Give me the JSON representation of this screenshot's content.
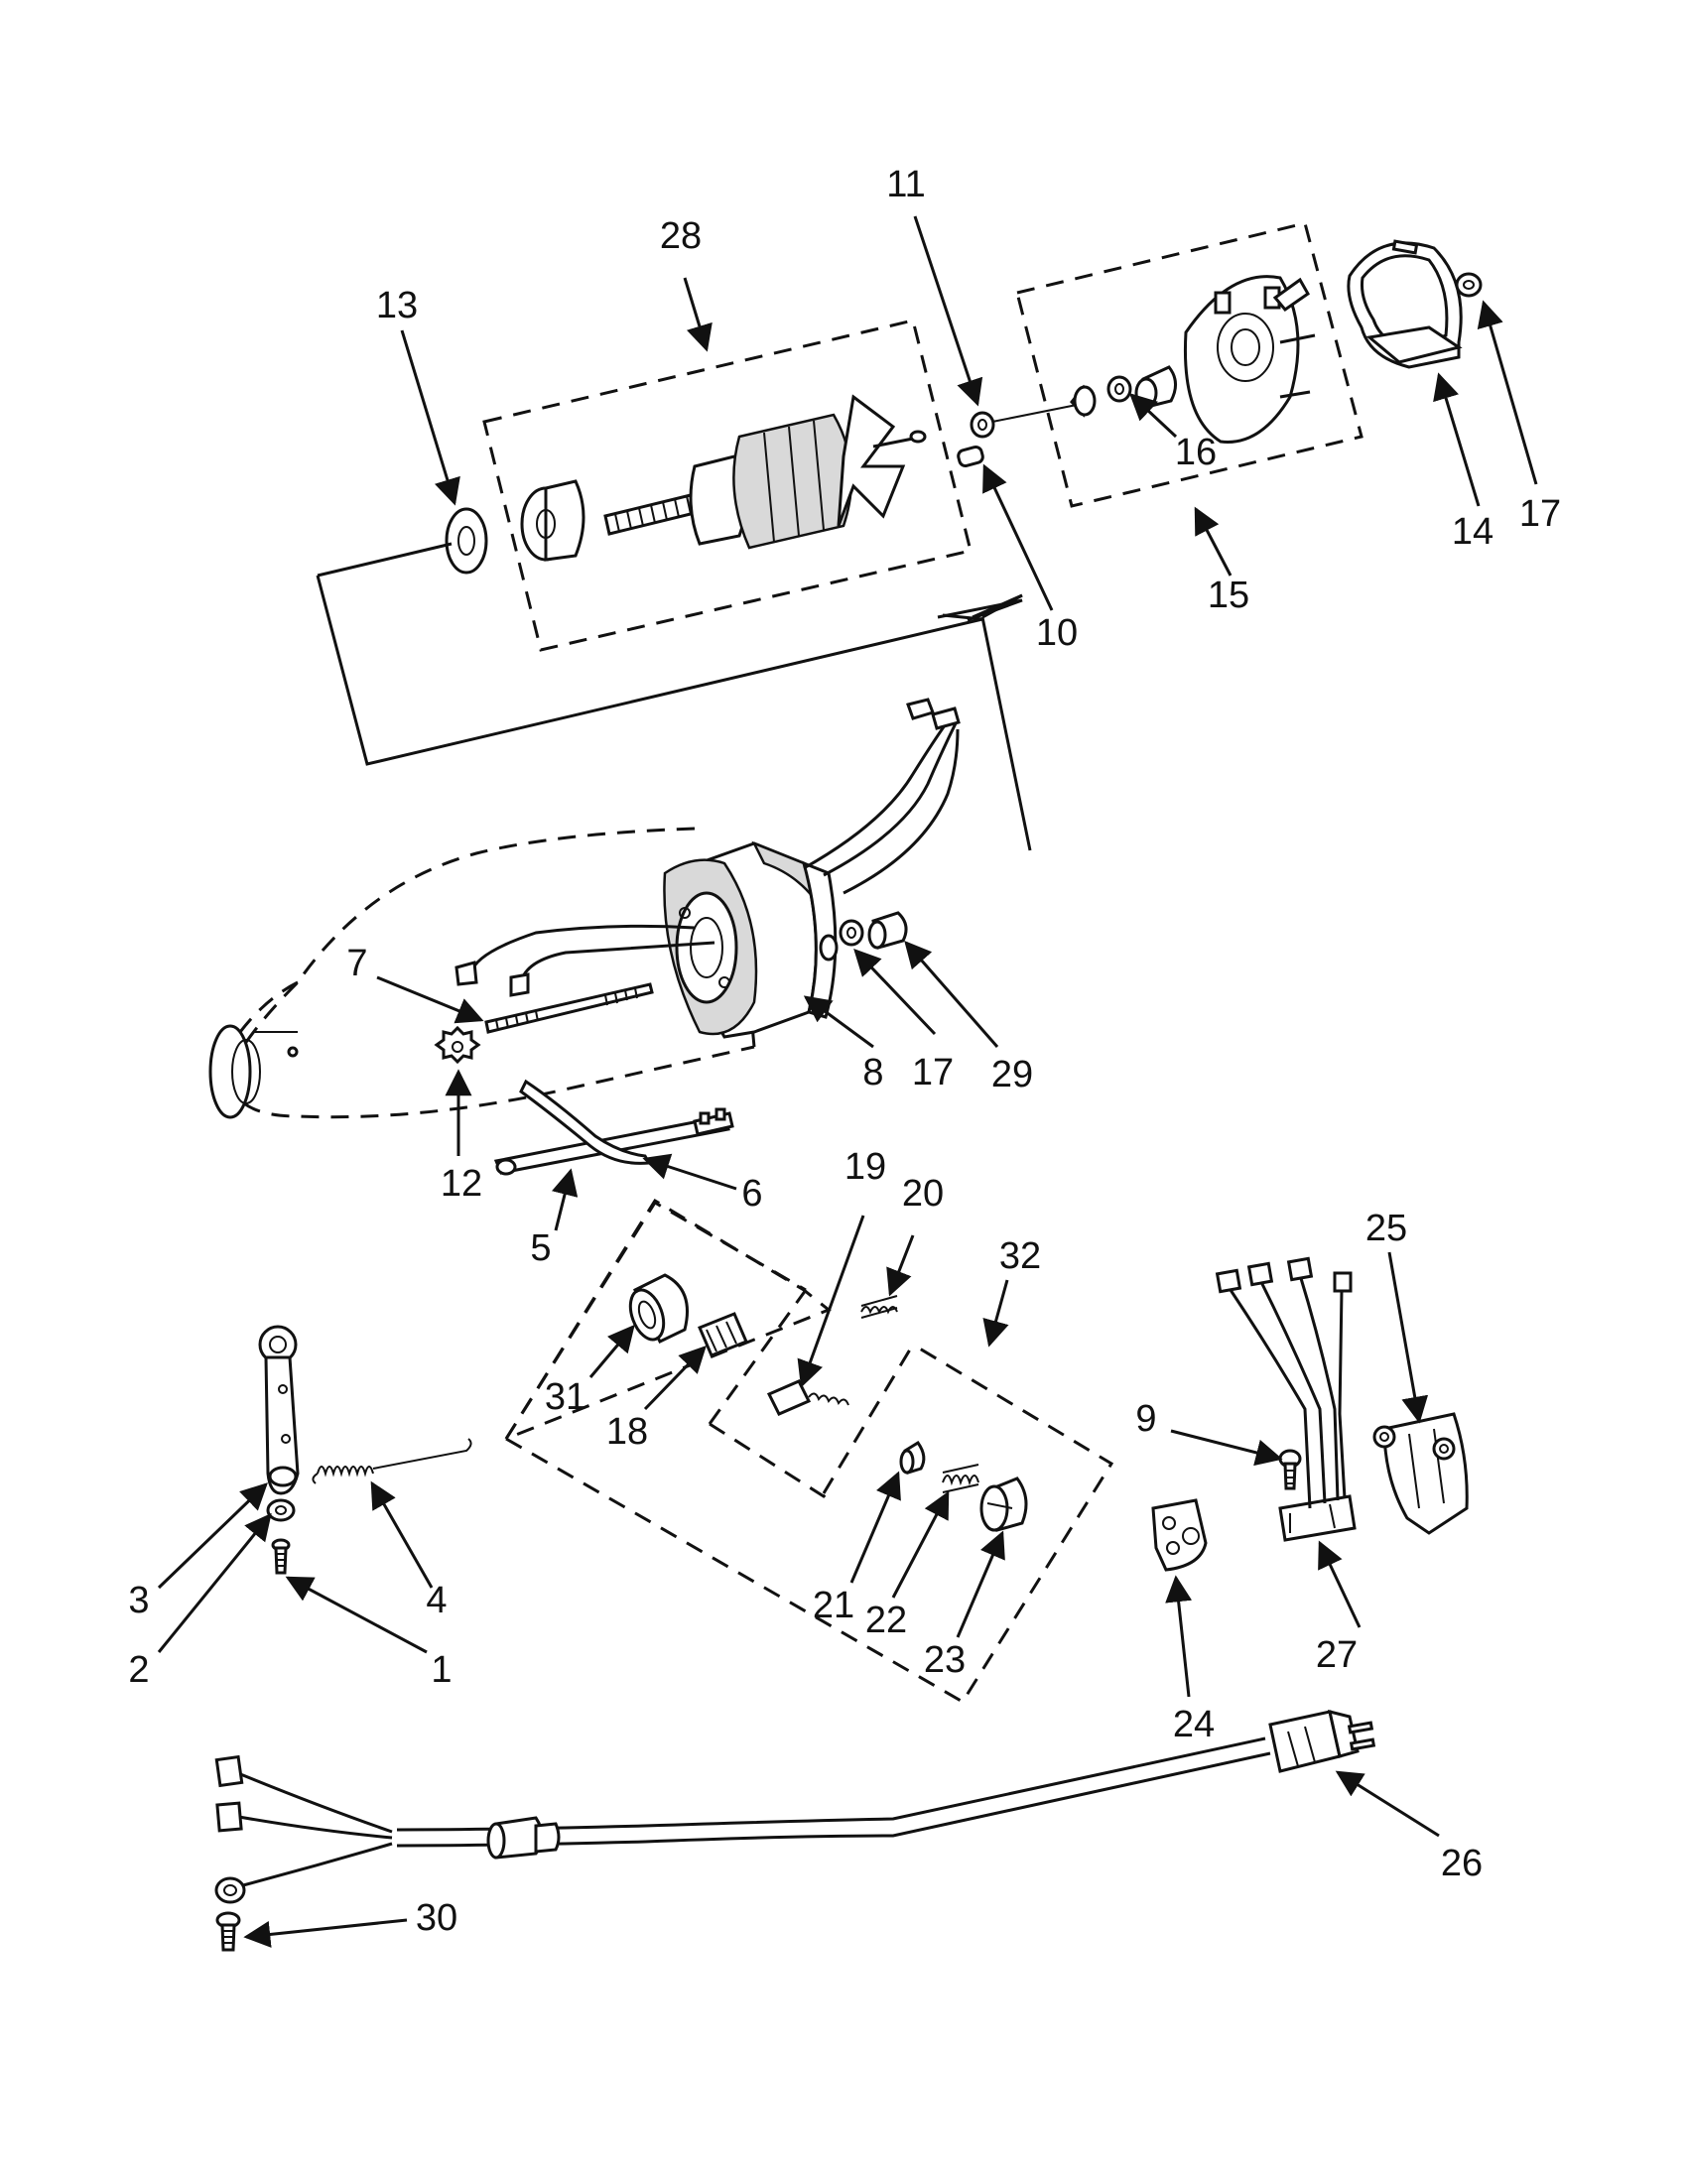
{
  "labels": {
    "l1": "1",
    "l2": "2",
    "l3": "3",
    "l4": "4",
    "l5": "5",
    "l6": "6",
    "l7": "7",
    "l8": "8",
    "l9": "9",
    "l10": "10",
    "l11": "11",
    "l12": "12",
    "l13": "13",
    "l14": "14",
    "l15": "15",
    "l16": "16",
    "l17a": "17",
    "l17b": "17",
    "l18": "18",
    "l19": "19",
    "l20": "20",
    "l21": "21",
    "l22": "22",
    "l23": "23",
    "l24": "24",
    "l25": "25",
    "l26": "26",
    "l27": "27",
    "l28": "28",
    "l29": "29",
    "l30": "30",
    "l31": "31",
    "l32": "32"
  }
}
